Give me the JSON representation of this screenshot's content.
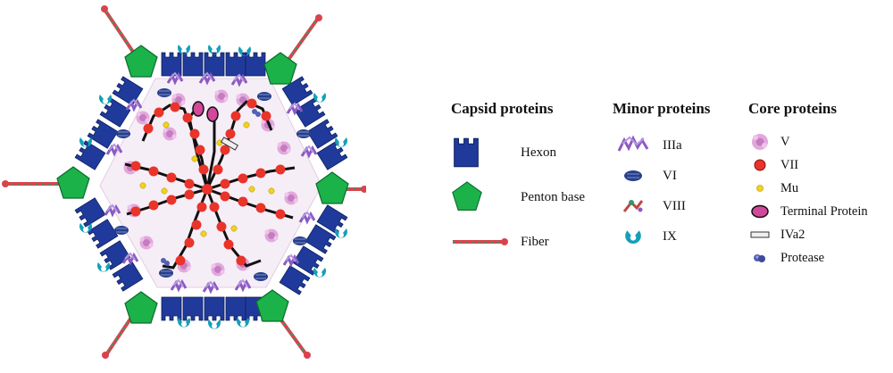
{
  "legend": {
    "capsid": {
      "title": "Capsid proteins",
      "items": [
        {
          "label": "Hexon",
          "icon": "hexon-icon",
          "color": "#1f3a9b"
        },
        {
          "label": "Penton base",
          "icon": "penton-base-icon",
          "color": "#1bb24a"
        },
        {
          "label": "Fiber",
          "icon": "fiber-icon",
          "color": "#d9434b"
        }
      ]
    },
    "minor": {
      "title": "Minor proteins",
      "items": [
        {
          "label": "IIIa",
          "icon": "iiia-icon",
          "color": "#8a5bc2"
        },
        {
          "label": "VI",
          "icon": "vi-icon",
          "color": "#273f8a"
        },
        {
          "label": "VIII",
          "icon": "viii-icon",
          "color": "#c2453f"
        },
        {
          "label": "IX",
          "icon": "ix-icon",
          "color": "#13a0b8"
        }
      ]
    },
    "core": {
      "title": "Core proteins",
      "items": [
        {
          "label": "V",
          "icon": "v-protein-icon",
          "color": "#d79bd1"
        },
        {
          "label": "VII",
          "icon": "vii-protein-icon",
          "color": "#e8342a"
        },
        {
          "label": "Mu",
          "icon": "mu-protein-icon",
          "color": "#f2d21b"
        },
        {
          "label": "Terminal Protein",
          "icon": "terminal-protein-icon",
          "color": "#d2489a"
        },
        {
          "label": "IVa2",
          "icon": "iva2-icon",
          "color": "#efefef"
        },
        {
          "label": "Protease",
          "icon": "protease-icon",
          "color": "#5360b8"
        }
      ]
    }
  }
}
